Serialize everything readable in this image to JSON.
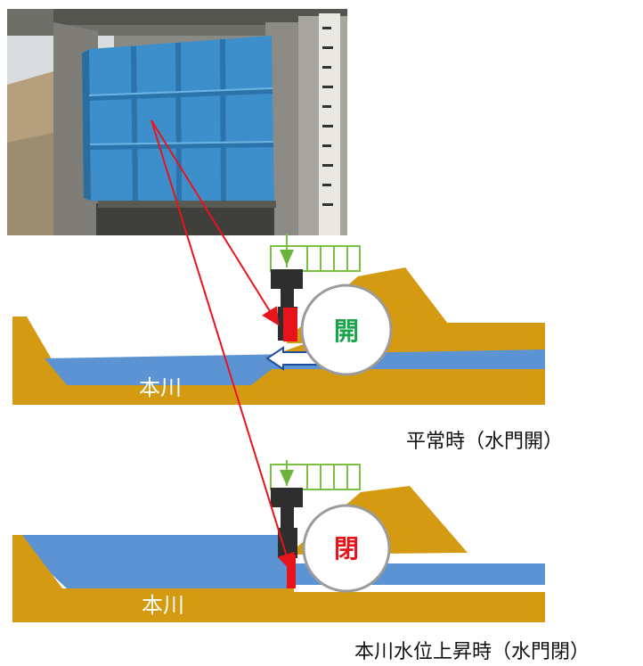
{
  "labels": {
    "river_top": "本川",
    "river_bottom": "本川",
    "gate_open": "開",
    "gate_closed": "閉"
  },
  "captions": {
    "normal": "平常時（水門開）",
    "flood": "本川水位上昇時（水門閉）"
  },
  "colors": {
    "earth": "#D39A12",
    "water": "#5C93D3",
    "gate": "#E8141C",
    "pier": "#2E2E2E",
    "rail": "#79C043",
    "open_text": "#19A34A",
    "close_text": "#E8141C",
    "arrow": "#E8141C",
    "photo_gate": "#3C8FCB"
  }
}
